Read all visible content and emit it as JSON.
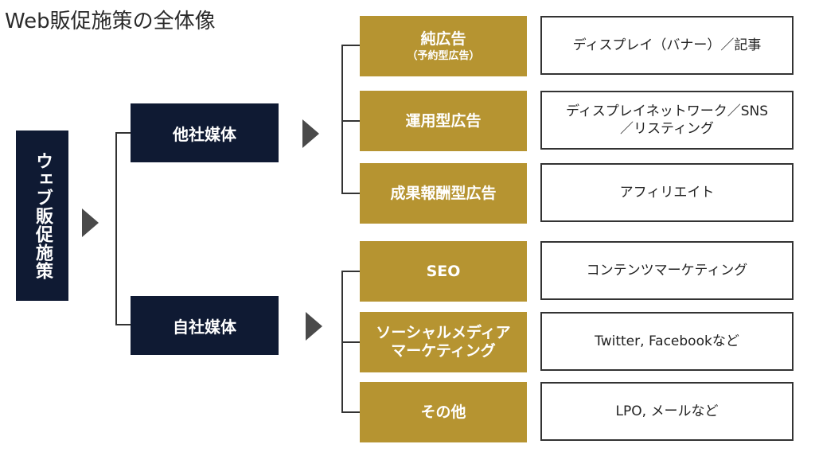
{
  "title": "Web販促施策の全体像",
  "root": {
    "label": "ウェブ販促施策"
  },
  "branches": [
    {
      "label": "他社媒体",
      "items": [
        {
          "label": "純広告",
          "sublabel": "（予約型広告）",
          "description": "ディスプレイ（バナー）／記事"
        },
        {
          "label": "運用型広告",
          "sublabel": "",
          "description": "ディスプレイネットワーク／SNS\n／リスティング"
        },
        {
          "label": "成果報酬型広告",
          "sublabel": "",
          "description": "アフィリエイト"
        }
      ]
    },
    {
      "label": "自社媒体",
      "items": [
        {
          "label": "SEO",
          "sublabel": "",
          "description": "コンテンツマーケティング"
        },
        {
          "label": "ソーシャルメディア\nマーケティング",
          "sublabel": "",
          "description": "Twitter, Facebookなど"
        },
        {
          "label": "その他",
          "sublabel": "",
          "description": "LPO, メールなど"
        }
      ]
    }
  ],
  "colors": {
    "navy": "#0f1a33",
    "gold": "#b69431",
    "connector": "#333333",
    "arrow": "#4a4a4a"
  }
}
